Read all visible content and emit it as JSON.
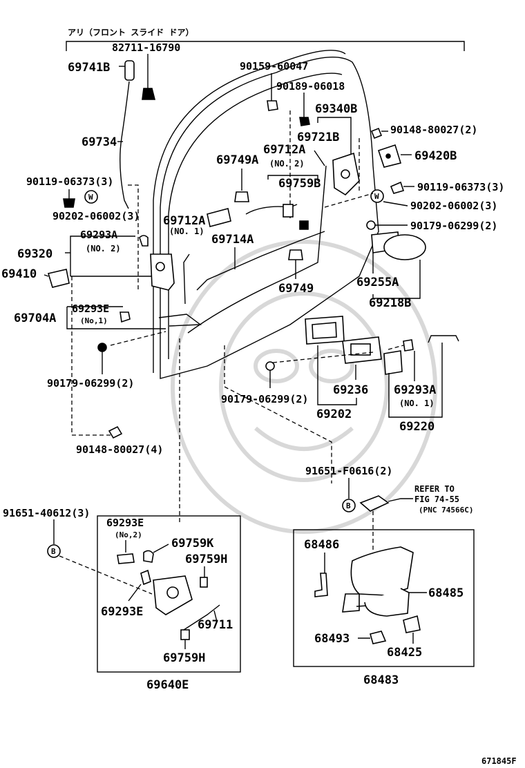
{
  "header": {
    "title": "アリ（フロント スライド ドア）"
  },
  "footer": {
    "code": "671845F"
  },
  "labels": {
    "p82711_16790": "82711-16790",
    "p69741b": "69741B",
    "p69734": "69734",
    "p90119_06373_l": "90119-06373(3)",
    "p90202_06002_l": "90202-06002(3)",
    "p69293a_no2": "69293A",
    "no2_a": "(NO. 2)",
    "p69320": "69320",
    "p69410": "69410",
    "p69293e_no1": "69293E",
    "no1_small": "(No,1)",
    "p69704a": "69704A",
    "p90179_06299_l": "90179-06299(2)",
    "p90148_80027_4": "90148-80027(4)",
    "p90159_60047": "90159-60047",
    "p90189_06018": "90189-06018",
    "p69340b": "69340B",
    "p69721b": "69721B",
    "p69712a_top": "69712A",
    "no2_b": "(NO. 2)",
    "p69749a": "69749A",
    "p69759b": "69759B",
    "p69712a_mid": "69712A",
    "no1_a": "(NO. 1)",
    "p69714a": "69714A",
    "p69749": "69749",
    "p90148_80027_2": "90148-80027(2)",
    "p69420b": "69420B",
    "p90119_06373_r": "90119-06373(3)",
    "p90202_06002_r": "90202-06002(3)",
    "p90179_06299_r": "90179-06299(2)",
    "p69255a": "69255A",
    "p69218b": "69218B",
    "p90179_06299_m": "90179-06299(2)",
    "p69236": "69236",
    "p69202": "69202",
    "p69293a_no1": "69293A",
    "no1_b": "(NO. 1)",
    "p69220": "69220",
    "p91651_f0616": "91651-F0616(2)",
    "refer1": "REFER TO",
    "refer2": "FIG 74-55",
    "refer3": "(PNC 74566C)",
    "p91651_40612": "91651-40612(3)",
    "p69293e_no2": "69293E",
    "no2_small": "(No,2)",
    "p69759k": "69759K",
    "p69759h_a": "69759H",
    "p69293e_b": "69293E",
    "p69711": "69711",
    "p69759h_b": "69759H",
    "p69640e": "69640E",
    "p68486": "68486",
    "p68485": "68485",
    "p68493": "68493",
    "p68425": "68425",
    "p68483": "68483",
    "w_mark": "W",
    "b_mark": "B"
  }
}
